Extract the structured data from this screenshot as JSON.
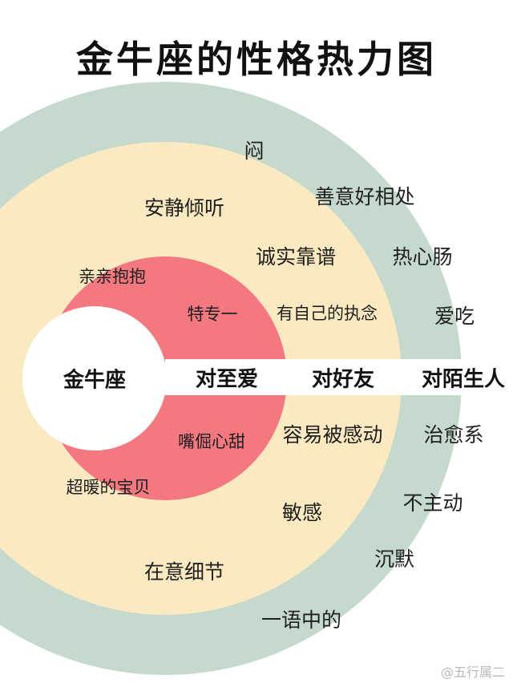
{
  "title": "金牛座的性格热力图",
  "colors": {
    "outer_ring": "#c6d9cd",
    "middle_ring": "#fbeac1",
    "inner_ring": "#f37880",
    "center": "#ffffff",
    "band": "#ffffff"
  },
  "center_label": "金牛座",
  "band_labels": {
    "lovers": "对至爱",
    "friends": "对好友",
    "strangers": "对陌生人"
  },
  "lovers_traits": [
    "亲亲抱抱",
    "特专一",
    "嘴倔心甜",
    "超暖的宝贝"
  ],
  "friends_traits": [
    "安静倾听",
    "诚实靠谱",
    "有自己的执念",
    "容易被感动",
    "敏感",
    "在意细节"
  ],
  "strangers_traits": [
    "闷",
    "善意好相处",
    "热心肠",
    "爱吃",
    "治愈系",
    "不主动",
    "沉默",
    "一语中的"
  ],
  "watermark": "@五行属二"
}
